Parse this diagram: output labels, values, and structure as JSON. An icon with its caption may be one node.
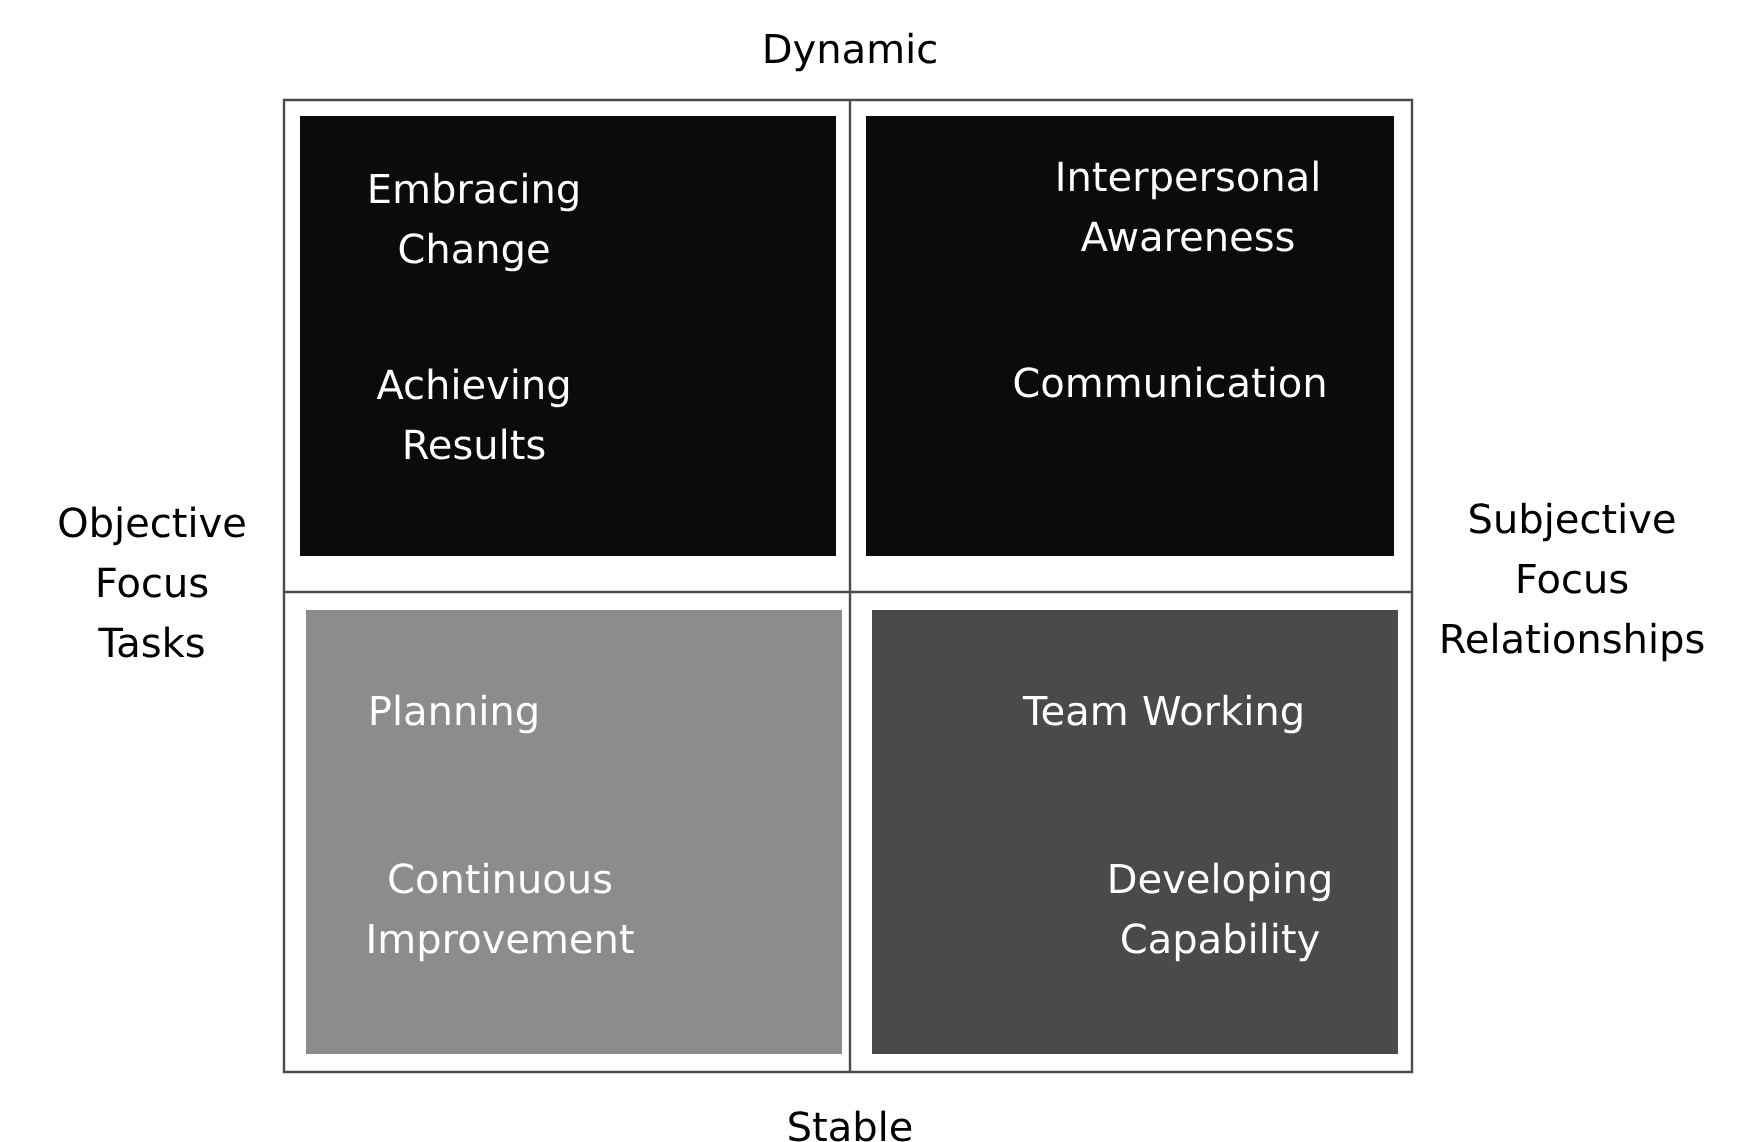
{
  "diagram": {
    "nodes": [
      {
        "text": [
          "Embracing Change",
          "Achieving Results"
        ]
      },
      {
        "text": [
          "Interpersonal Awareness",
          "Communication"
        ]
      },
      {
        "text": [
          "Planning",
          "Continuous Improvement"
        ]
      },
      {
        "text": [
          "Team Working",
          "Developing Capability"
        ]
      }
    ],
    "labels": [
      "Dynamic",
      "Objective Focus Tasks",
      "Subjective Focus Relationships",
      "Stable"
    ]
  }
}
